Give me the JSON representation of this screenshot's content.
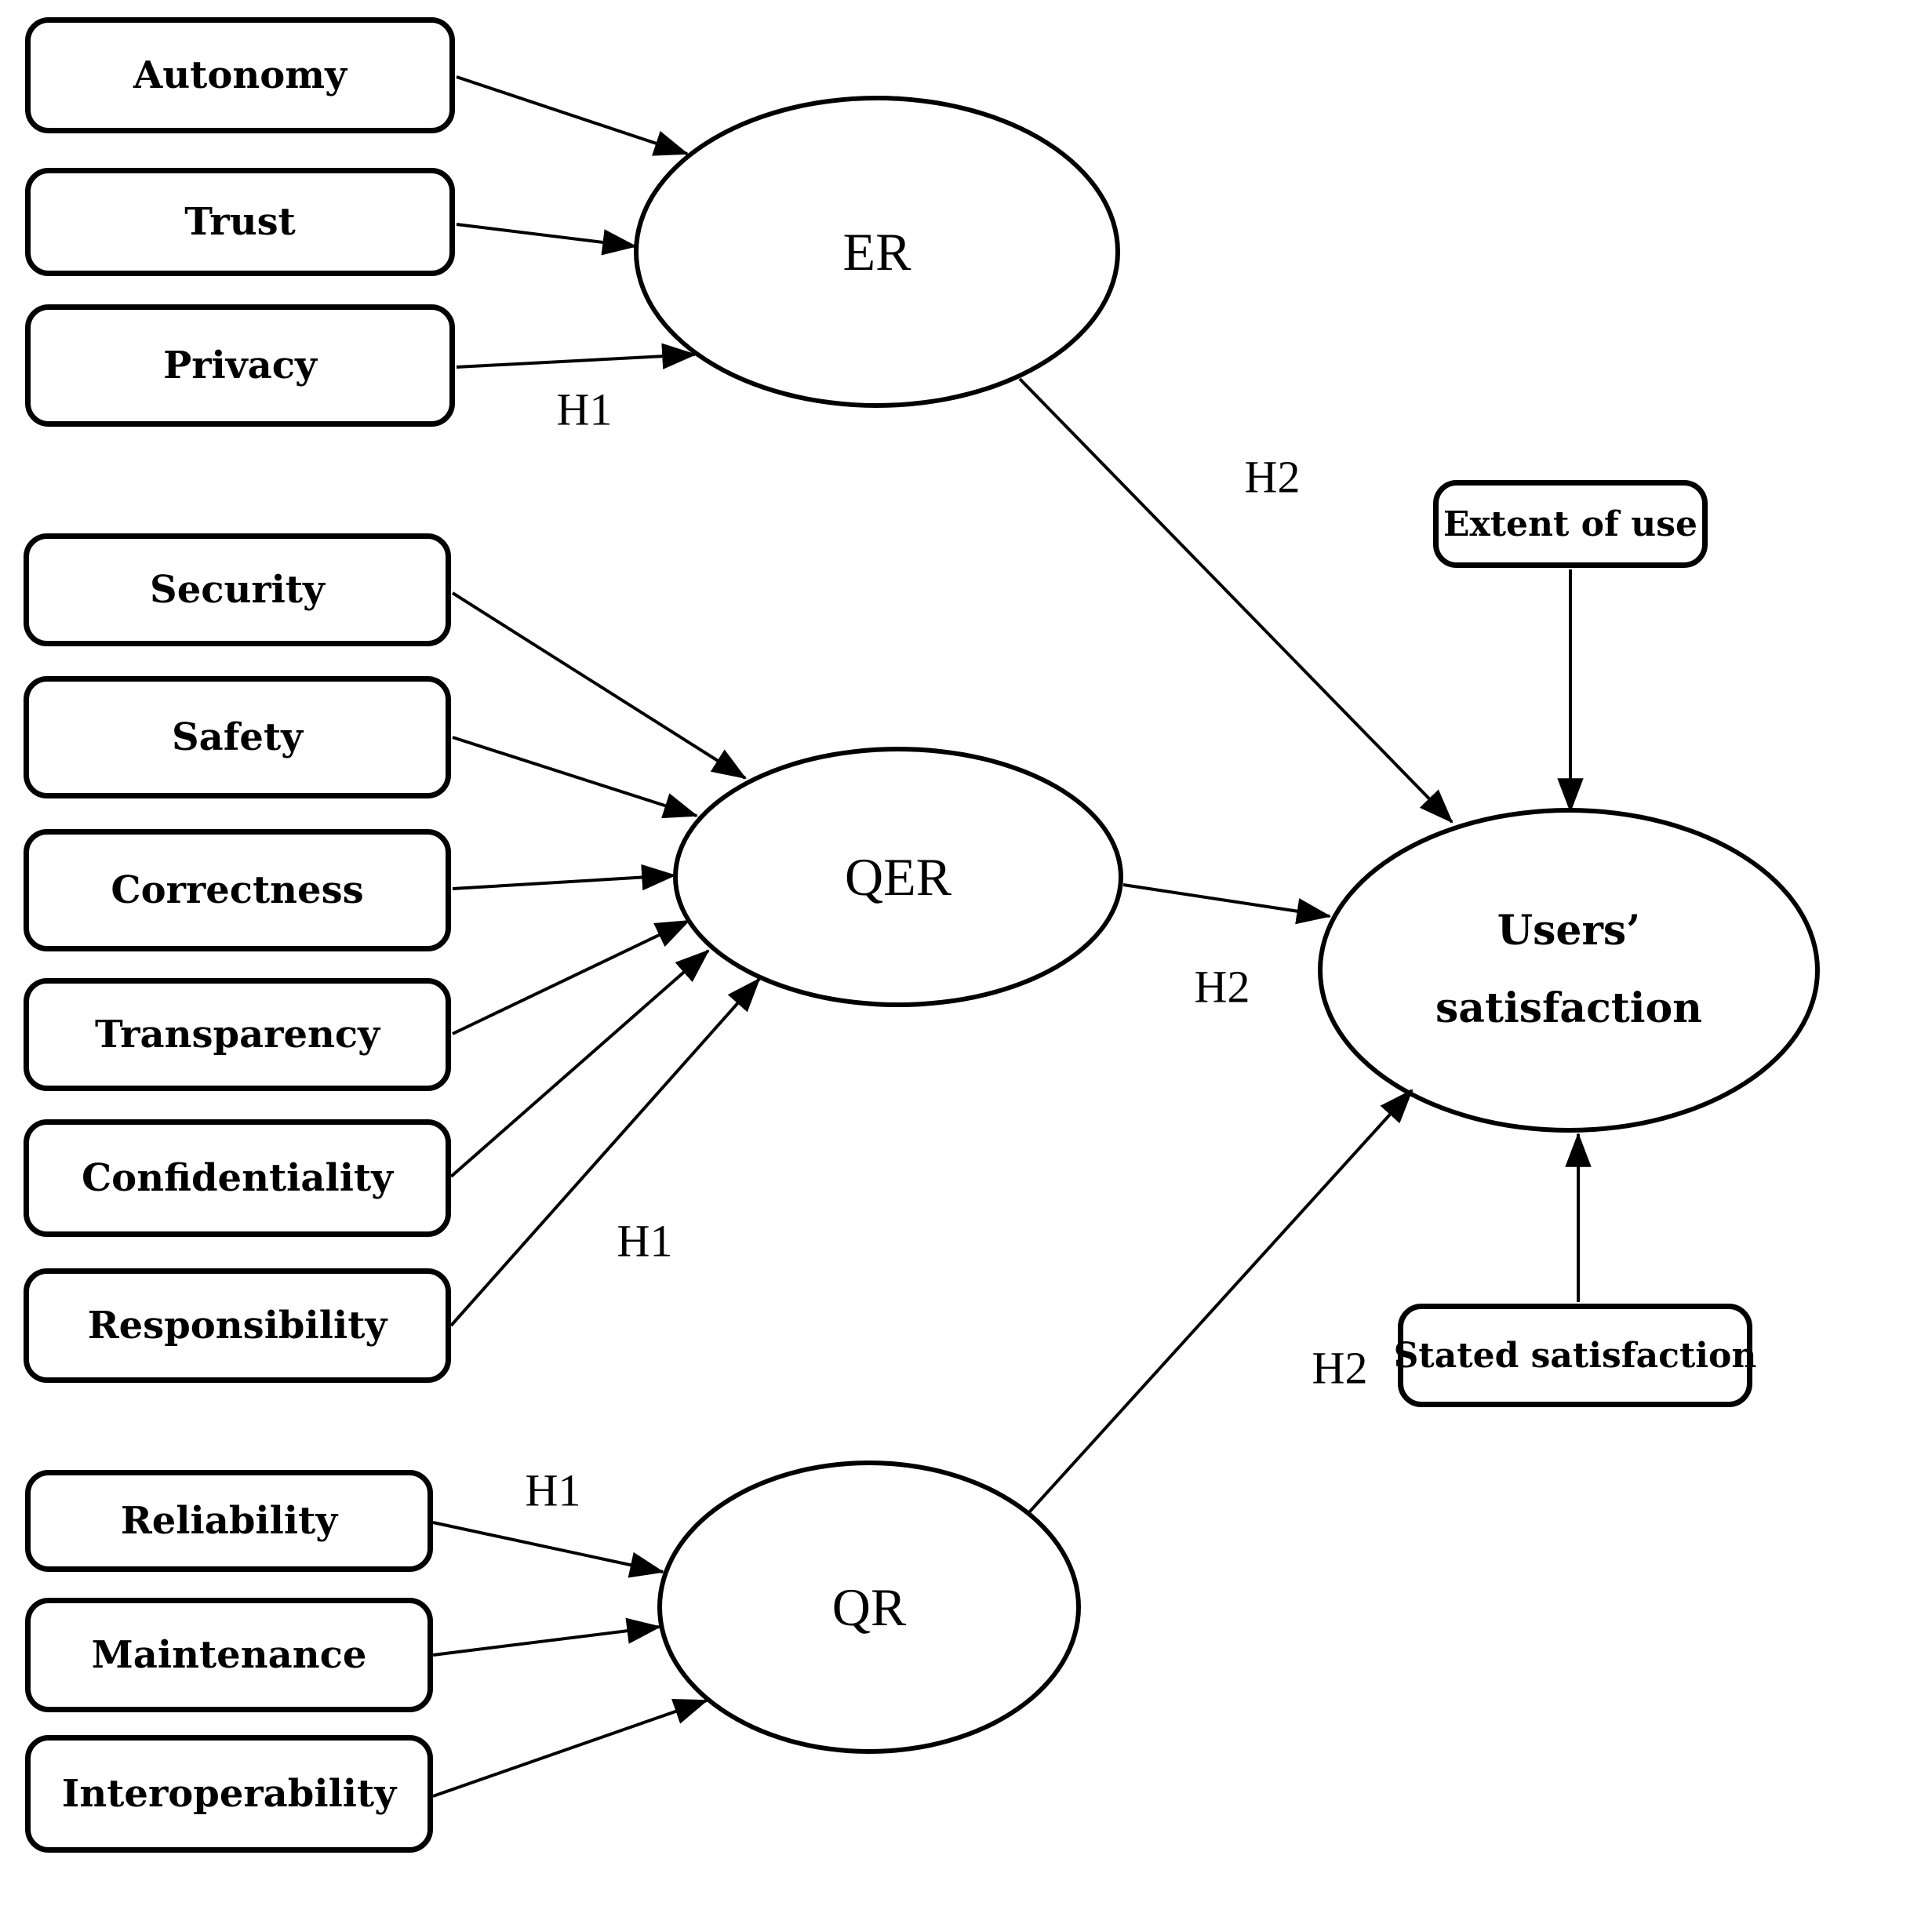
{
  "figure": {
    "background_color": "#ffffff",
    "line_color": "#000000",
    "indicators": {
      "er": [
        {
          "label": "Autonomy"
        },
        {
          "label": "Trust"
        },
        {
          "label": "Privacy"
        }
      ],
      "qer": [
        {
          "label": "Security"
        },
        {
          "label": "Safety"
        },
        {
          "label": "Correctness"
        },
        {
          "label": "Transparency"
        },
        {
          "label": "Confidentiality"
        },
        {
          "label": "Responsibility"
        }
      ],
      "qr": [
        {
          "label": "Reliability"
        },
        {
          "label": "Maintenance"
        },
        {
          "label": "Interoperability"
        }
      ],
      "satisfaction": [
        {
          "label": "Extent of use"
        },
        {
          "label": "Stated satisfaction"
        }
      ]
    },
    "constructs": {
      "er": {
        "label": "ER"
      },
      "qer": {
        "label": "QER"
      },
      "qr": {
        "label": "QR"
      },
      "satisfaction": {
        "line1": "Users’",
        "line2": "satisfaction"
      }
    },
    "hypotheses": {
      "h1_er": "H1",
      "h2_er": "H2",
      "h1_qer": "H1",
      "h2_qer": "H2",
      "h1_qr": "H1",
      "h2_qr": "H2"
    }
  }
}
